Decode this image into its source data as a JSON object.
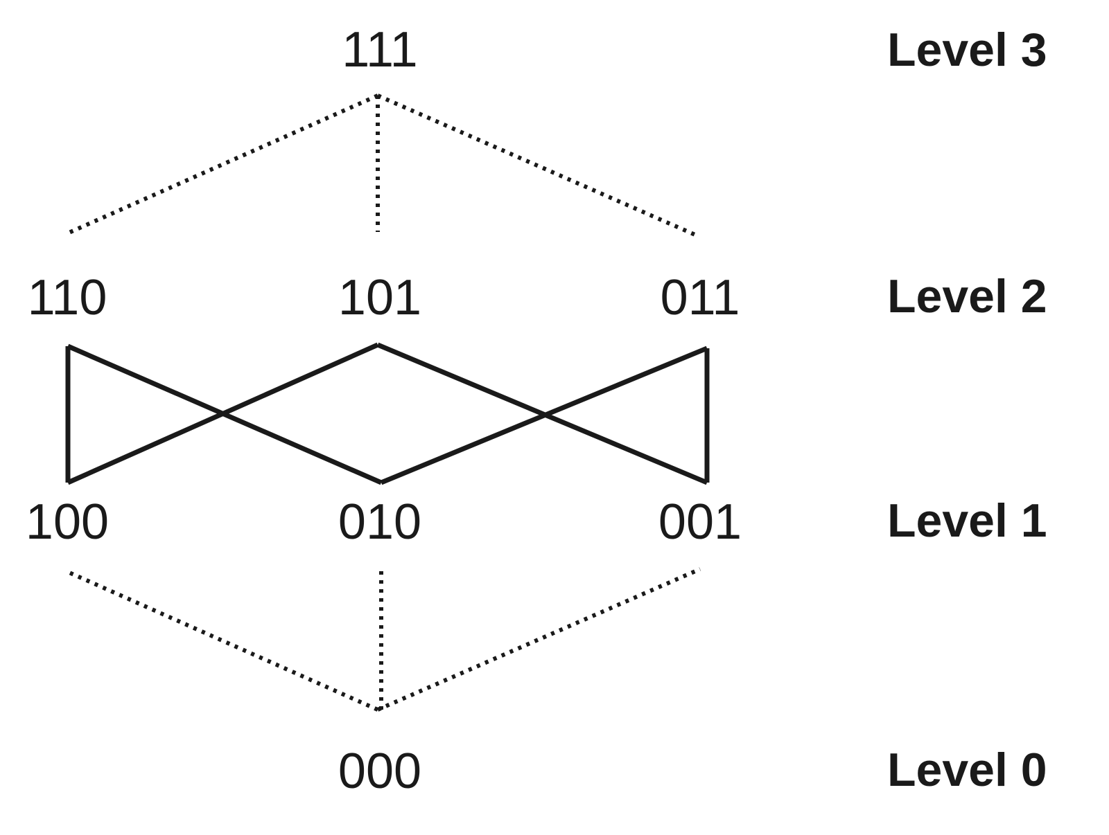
{
  "nodes": {
    "n111": "111",
    "n110": "110",
    "n101": "101",
    "n011": "011",
    "n100": "100",
    "n010": "010",
    "n001": "001",
    "n000": "000"
  },
  "levels": [
    "Level 3",
    "Level 2",
    "Level 1",
    "Level 0"
  ]
}
